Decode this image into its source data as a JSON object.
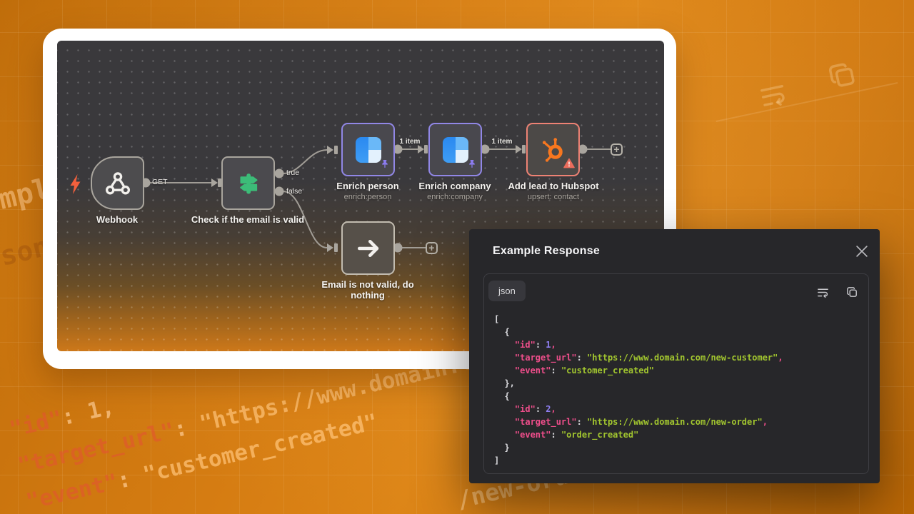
{
  "background": {
    "texts": {
      "mp": "mpl",
      "son": "son",
      "brace": "{",
      "id_key": "\"id\"",
      "id_colon": ": ",
      "id_val": "1,",
      "target_key": "\"target_url\"",
      "target_colon": ": ",
      "target_val": "\"https://www.domain.t",
      "event_key": "\"event\"",
      "event_colon": ": ",
      "event_val": "\"customer_created\"",
      "neworder": "/new-order",
      "neworder_tail": "\","
    }
  },
  "workflow": {
    "nodes": {
      "webhook": {
        "label": "Webhook",
        "method": "GET"
      },
      "if": {
        "label": "Check if the email is valid",
        "true_label": "true",
        "false_label": "false"
      },
      "enrich_person": {
        "label": "Enrich person",
        "subtitle": "enrich:person"
      },
      "enrich_company": {
        "label": "Enrich company",
        "subtitle": "enrich:company"
      },
      "hubspot": {
        "label": "Add lead to Hubspot",
        "subtitle": "upsert: contact"
      },
      "noop": {
        "label": "Email is not valid, do nothing"
      }
    },
    "connection_labels": {
      "item1": "1 item",
      "item2": "1 item"
    },
    "plus_glyph": "+"
  },
  "panel": {
    "title": "Example Response",
    "language_tag": "json",
    "code_lines": [
      [
        [
          "p",
          "["
        ]
      ],
      [
        [
          "p",
          "  {"
        ]
      ],
      [
        [
          "p",
          "    "
        ],
        [
          "k",
          "\"id\""
        ],
        [
          "p",
          ": "
        ],
        [
          "n",
          "1"
        ],
        [
          "k",
          ","
        ]
      ],
      [
        [
          "p",
          "    "
        ],
        [
          "k",
          "\"target_url\""
        ],
        [
          "p",
          ": "
        ],
        [
          "s",
          "\"https://www.domain.com/new-customer\""
        ],
        [
          "k",
          ","
        ]
      ],
      [
        [
          "p",
          "    "
        ],
        [
          "k",
          "\"event\""
        ],
        [
          "p",
          ": "
        ],
        [
          "s",
          "\"customer_created\""
        ]
      ],
      [
        [
          "p",
          "  },"
        ]
      ],
      [
        [
          "p",
          "  {"
        ]
      ],
      [
        [
          "p",
          "    "
        ],
        [
          "k",
          "\"id\""
        ],
        [
          "p",
          ": "
        ],
        [
          "n",
          "2"
        ],
        [
          "k",
          ","
        ]
      ],
      [
        [
          "p",
          "    "
        ],
        [
          "k",
          "\"target_url\""
        ],
        [
          "p",
          ": "
        ],
        [
          "s",
          "\"https://www.domain.com/new-order\""
        ],
        [
          "k",
          ","
        ]
      ],
      [
        [
          "p",
          "    "
        ],
        [
          "k",
          "\"event\""
        ],
        [
          "p",
          ": "
        ],
        [
          "s",
          "\"order_created\""
        ]
      ],
      [
        [
          "p",
          "  }"
        ]
      ],
      [
        [
          "p",
          "]"
        ]
      ]
    ]
  },
  "colors": {
    "background_orange": "#d57c12",
    "canvas_dark": "#3a393c",
    "canvas_orange_bottom": "#cd781a",
    "node_border_gray": "#a9a59d",
    "node_border_purple": "#9187e6",
    "node_border_salmon": "#ee8274",
    "if_icon_green": "#3cbc78",
    "hubspot_orange": "#f8771f",
    "clearbit_blue": "#2f8ef3",
    "pin_purple": "#8c7cf0",
    "warning_salmon": "#ec6d5c",
    "bolt_orange": "#f2603d",
    "code_key_pink": "#ef4e8b",
    "code_string_green": "#a2c62f",
    "code_number_purple": "#8f7ff2",
    "panel_bg": "#27272a"
  }
}
